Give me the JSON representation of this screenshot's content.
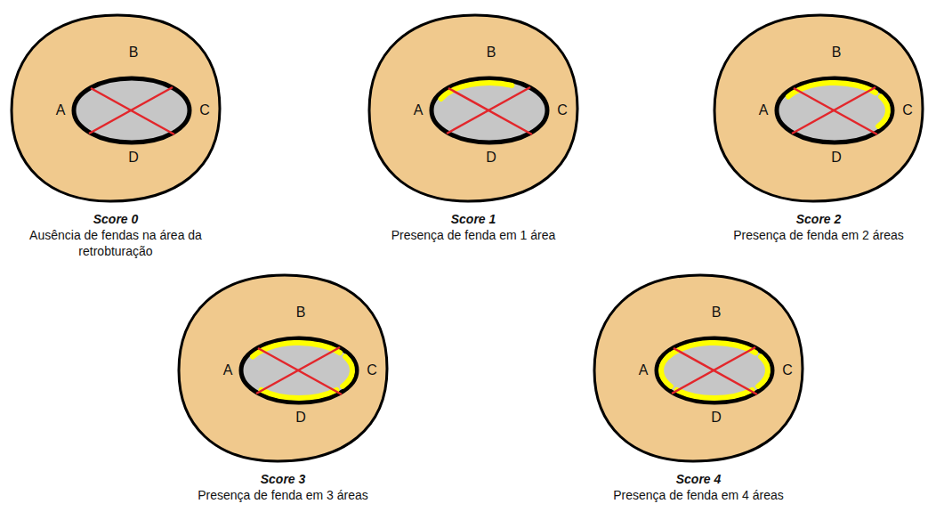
{
  "diagram": {
    "nodes": [
      {
        "text": [
          "B",
          "A",
          "C",
          "D",
          "Score 0",
          "Ausência de fendas na área da retrobturação"
        ]
      },
      {
        "text": [
          "B",
          "A",
          "C",
          "D",
          "Score 1",
          "Presença de fenda em 1 área"
        ]
      },
      {
        "text": [
          "B",
          "A",
          "C",
          "D",
          "Score 2",
          "Presença de fenda em 2 áreas"
        ]
      },
      {
        "text": [
          "B",
          "A",
          "C",
          "D",
          "Score 3",
          "Presença de fenda em 3 áreas"
        ]
      },
      {
        "text": [
          "B",
          "A",
          "C",
          "D",
          "Score 4",
          "Presença de fenda em 4 áreas"
        ]
      }
    ]
  }
}
